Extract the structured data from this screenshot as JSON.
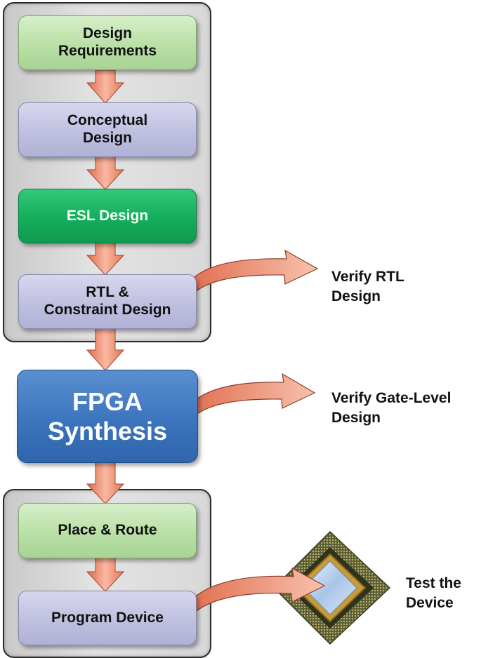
{
  "steps": {
    "design_requirements": "Design\nRequirements",
    "conceptual_design": "Conceptual\nDesign",
    "esl_design": "ESL Design",
    "rtl_constraint_design": "RTL &\nConstraint Design",
    "fpga_synthesis": "FPGA\nSynthesis",
    "place_route": "Place & Route",
    "program_device": "Program Device"
  },
  "side_labels": {
    "verify_rtl": "Verify RTL\nDesign",
    "verify_gate_level": "Verify Gate-Level\nDesign",
    "test_device": "Test the\nDevice"
  },
  "colors": {
    "arrow_fill": "#f08a6a",
    "green_box": "#b9e0a6",
    "lavender_box": "#bfc0e0",
    "esl_box": "#14ad5b",
    "fpga_box": "#3c74bd",
    "panel": "#d8d8d8"
  },
  "icons": {
    "chip": "fpga-chip-icon"
  }
}
